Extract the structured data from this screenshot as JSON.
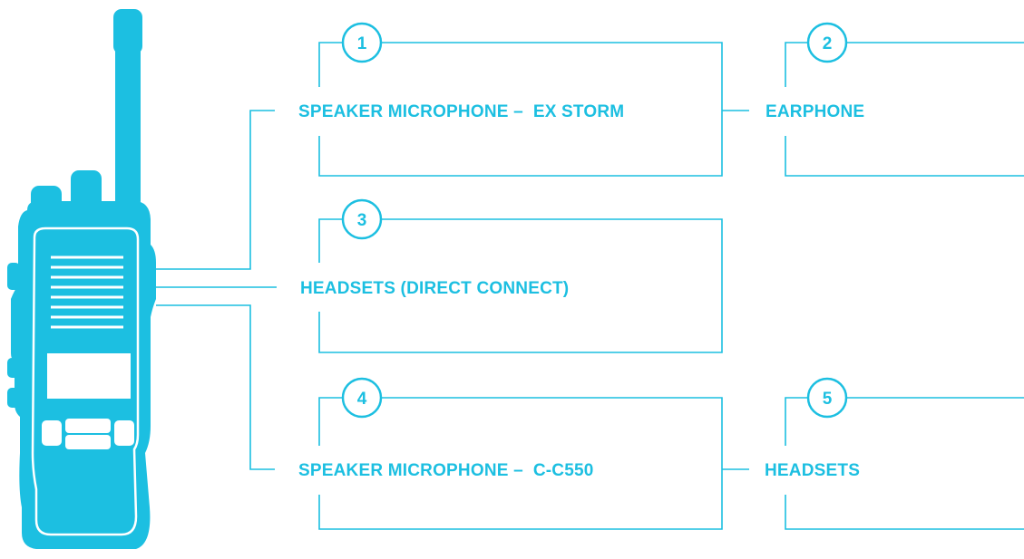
{
  "colors": {
    "accent": "#1cbfe1",
    "background": "#ffffff",
    "radio_detail": "#ffffff"
  },
  "device": {
    "icon": "two-way-radio-icon"
  },
  "accessories": [
    {
      "number": "1",
      "label": "SPEAKER MICROPHONE –  EX STORM"
    },
    {
      "number": "2",
      "label": "EARPHONE"
    },
    {
      "number": "3",
      "label": "HEADSETS (DIRECT CONNECT)"
    },
    {
      "number": "4",
      "label": "SPEAKER MICROPHONE –  C-C550"
    },
    {
      "number": "5",
      "label": "HEADSETS"
    }
  ]
}
